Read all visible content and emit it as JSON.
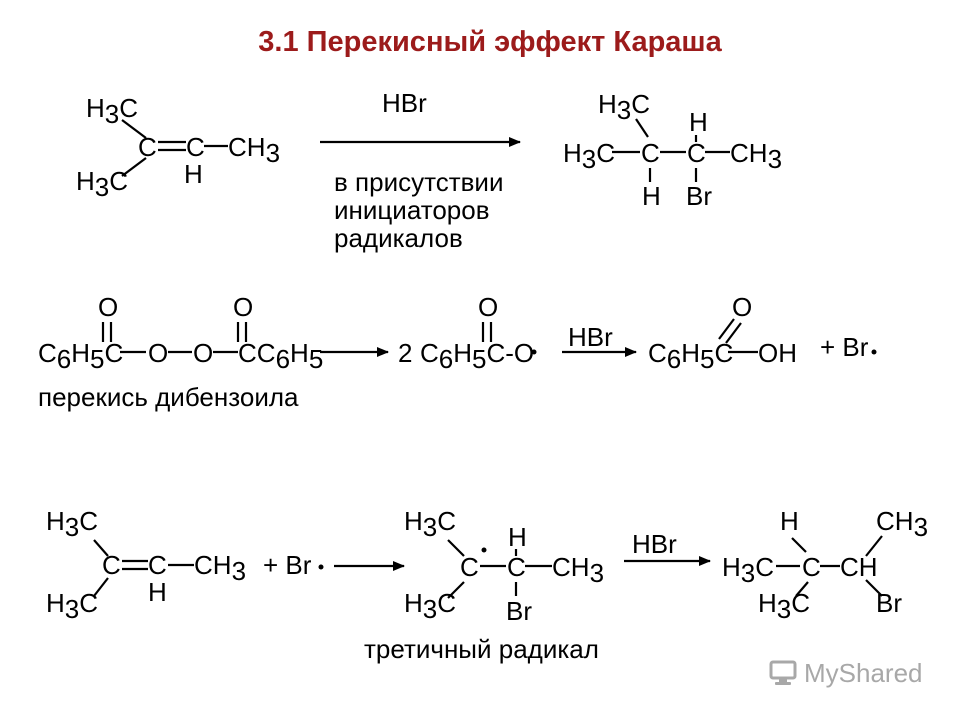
{
  "title": "3.1 Перекисный эффект Караша",
  "reaction1": {
    "reagent_over_arrow": "HBr",
    "condition_line1": "в присутствии",
    "condition_line2": "инициаторов",
    "condition_line3": "радикалов"
  },
  "reaction2": {
    "peroxide_caption": "перекись дибензоила",
    "reagent_over_arrow": "HBr",
    "coefficient": "2",
    "plus_radical": "+ Br"
  },
  "reaction3": {
    "plus_radical": "+ Br",
    "radical_caption": "третичный радикал",
    "reagent_over_arrow": "HBr"
  },
  "labels": {
    "H3C": "H3C",
    "CH3": "CH3",
    "C": "C",
    "H": "H",
    "Br": "Br",
    "O": "O",
    "OH": "OH",
    "CH": "CH",
    "C6H5C": "C6H5C",
    "CC6H5": "CC6H5",
    "C_dash_O": "C-O"
  },
  "watermark": {
    "text": "MyShared",
    "icon": "monitor-logo-icon"
  }
}
